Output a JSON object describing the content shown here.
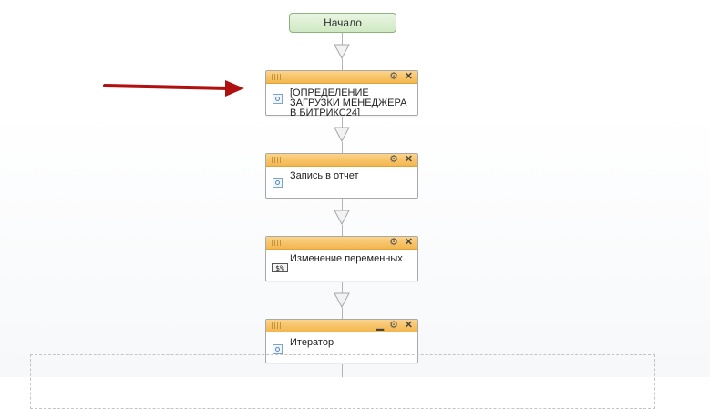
{
  "start": {
    "label": "Начало"
  },
  "blocks": [
    {
      "label": "[ОПРЕДЕЛЕНИЕ ЗАГРУЗКИ МЕНЕДЖЕРА В БИТРИКС24]"
    },
    {
      "label": "Запись в отчет"
    },
    {
      "label": "Изменение переменных",
      "icon_text": "$%"
    },
    {
      "label": "Итератор"
    }
  ],
  "colors": {
    "header": "#f3b64e",
    "start_fill": "#cfe8c3",
    "annotation_arrow": "#b01010"
  }
}
